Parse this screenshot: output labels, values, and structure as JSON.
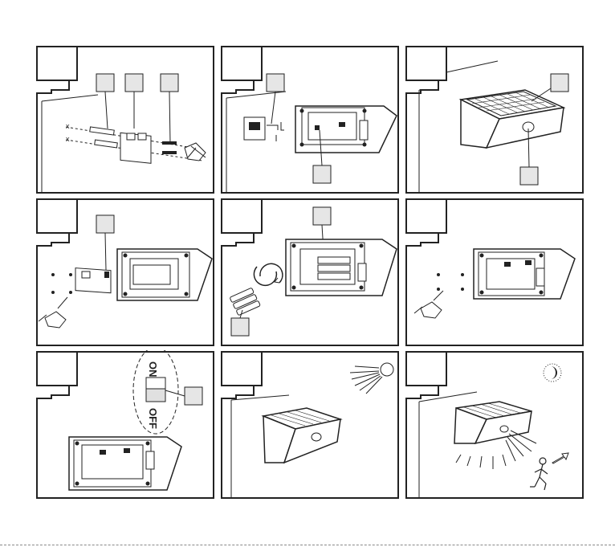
{
  "document": {
    "grid": {
      "rows": 3,
      "columns": 3
    },
    "panels": [
      {
        "row": 1,
        "col": 1,
        "scene": "mount-plate-on-wall-with-screws"
      },
      {
        "row": 1,
        "col": 2,
        "scene": "slide-lamp-onto-plate"
      },
      {
        "row": 1,
        "col": 3,
        "scene": "lamp-mounted-solar-panel-and-sensor"
      },
      {
        "row": 2,
        "col": 1,
        "scene": "remove-plate-screws"
      },
      {
        "row": 2,
        "col": 2,
        "scene": "replace-batteries"
      },
      {
        "row": 2,
        "col": 3,
        "scene": "unscrew-lamp-from-wall"
      },
      {
        "row": 3,
        "col": 1,
        "scene": "power-switch-on-off"
      },
      {
        "row": 3,
        "col": 2,
        "scene": "daytime-sun-charging"
      },
      {
        "row": 3,
        "col": 3,
        "scene": "night-motion-detection"
      }
    ],
    "switch": {
      "on_label": "ON",
      "off_label": "OFF"
    },
    "colors": {
      "line": "#222222",
      "callout_fill": "#e6e6e6",
      "background": "#ffffff"
    }
  }
}
